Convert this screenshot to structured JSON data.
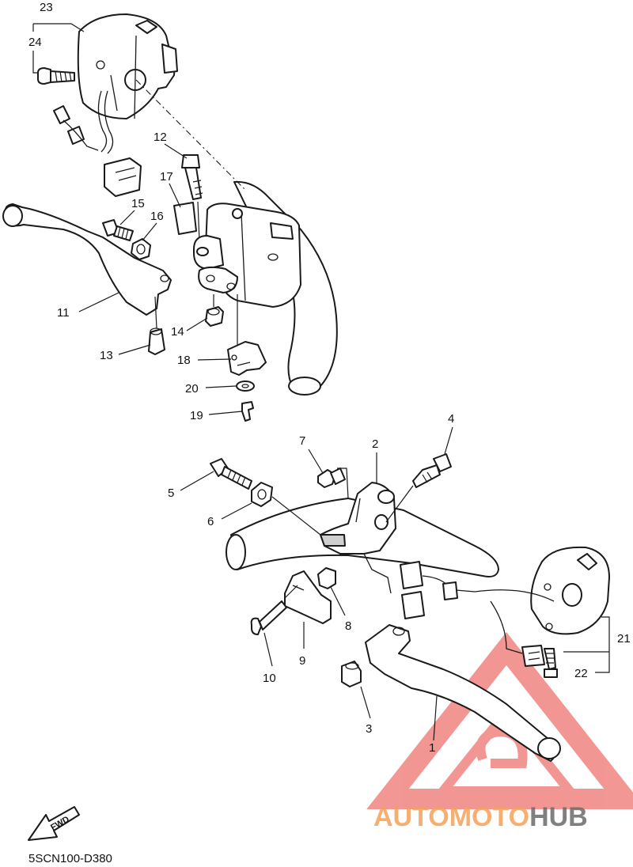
{
  "diagram": {
    "code": "5SCN100-D380",
    "fwd_label": "FWD",
    "watermark": {
      "part1": "AUTOMOTO",
      "part2": "HUB",
      "color1": "#f4a259",
      "color2": "#6b6b6b",
      "triangle_color": "#e8423b"
    },
    "callouts": [
      {
        "id": "c23",
        "text": "23"
      },
      {
        "id": "c24",
        "text": "24"
      },
      {
        "id": "c12",
        "text": "12"
      },
      {
        "id": "c17",
        "text": "17"
      },
      {
        "id": "c15",
        "text": "15"
      },
      {
        "id": "c16",
        "text": "16"
      },
      {
        "id": "c11",
        "text": "11"
      },
      {
        "id": "c14",
        "text": "14"
      },
      {
        "id": "c13",
        "text": "13"
      },
      {
        "id": "c18",
        "text": "18"
      },
      {
        "id": "c20",
        "text": "20"
      },
      {
        "id": "c19",
        "text": "19"
      },
      {
        "id": "c7",
        "text": "7"
      },
      {
        "id": "c2",
        "text": "2"
      },
      {
        "id": "c4",
        "text": "4"
      },
      {
        "id": "c5",
        "text": "5"
      },
      {
        "id": "c6",
        "text": "6"
      },
      {
        "id": "c8",
        "text": "8"
      },
      {
        "id": "c9",
        "text": "9"
      },
      {
        "id": "c10",
        "text": "10"
      },
      {
        "id": "c21",
        "text": "21"
      },
      {
        "id": "c22",
        "text": "22"
      },
      {
        "id": "c3",
        "text": "3"
      },
      {
        "id": "c1",
        "text": "1"
      }
    ]
  }
}
